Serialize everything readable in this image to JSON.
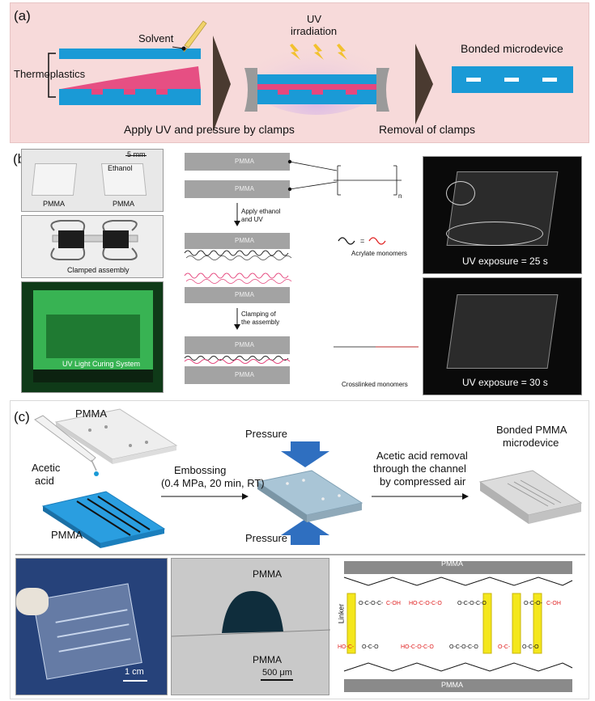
{
  "panel_a": {
    "label": "(a)",
    "solvent": "Solvent",
    "thermoplastics": "Thermoplastics",
    "uv_irradiation_1": "UV",
    "uv_irradiation_2": "irradiation",
    "bonded_microdevice": "Bonded microdevice",
    "apply_uv": "Apply UV and pressure by clamps",
    "removal": "Removal of clamps"
  },
  "panel_b": {
    "label": "(b)",
    "scale": "5 mm",
    "pmma_left": "PMMA",
    "pmma_right": "PMMA",
    "ethanol": "Ethanol",
    "clamped_assembly": "Clamped assembly",
    "uv_light_system": "UV Light Curing System",
    "pmma_bar": "PMMA",
    "apply_ethanol_1": "Apply ethanol",
    "apply_ethanol_2": "and UV",
    "acrylate_monomers": "Acrylate monomers",
    "clamping_1": "Clamping of",
    "clamping_2": "the assembly",
    "crosslinked_monomers": "Crosslinked monomers",
    "uv_exposure_25": "UV exposure = 25 s",
    "uv_exposure_30": "UV exposure = 30 s"
  },
  "panel_c": {
    "label": "(c)",
    "pmma_top": "PMMA",
    "acetic_1": "Acetic",
    "acetic_2": "acid",
    "pmma_bottom": "PMMA",
    "pressure_top": "Pressure",
    "pressure_bottom": "Pressure",
    "embossing_1": "Embossing",
    "embossing_2": "(0.4 MPa, 20 min, RT)",
    "acetic_removal_1": "Acetic acid removal",
    "acetic_removal_2": "through the channel",
    "acetic_removal_3": "by compressed air",
    "bonded_1": "Bonded PMMA",
    "bonded_2": "microdevice",
    "scale_1cm": "1 cm",
    "pmma_photo_top": "PMMA",
    "pmma_photo_bottom": "PMMA",
    "scale_500": "500 μm",
    "chem_pmma_top": "PMMA",
    "chem_pmma_bottom": "PMMA",
    "linker": "Linker"
  },
  "colors": {
    "blue": "#1a9ad6",
    "pink": "#e5487e",
    "pink_light": "#f7dada",
    "arrow_brown": "#4a3a30",
    "uv_glow": "#d9b7e6",
    "uv_yellow": "#f2c12e",
    "gray_bar": "#9b9b9b",
    "red_chem": "#e02020",
    "arrow_blue": "#2f6fc0",
    "highlight": "#f4e71c"
  }
}
